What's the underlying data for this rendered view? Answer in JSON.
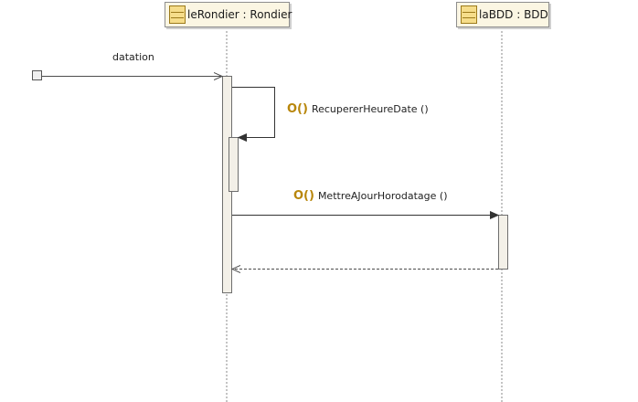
{
  "lifelines": [
    {
      "label": "leRondier : Rondier",
      "icon": "class-icon"
    },
    {
      "label": "laBDD : BDD",
      "icon": "class-icon"
    }
  ],
  "messages": [
    {
      "label": "datation",
      "kind": "found-message"
    },
    {
      "label": "RecupererHeureDate ()",
      "kind": "self-call",
      "glyph": "O()"
    },
    {
      "label": "MettreAJourHorodatage ()",
      "kind": "synchronous-call",
      "glyph": "O()"
    },
    {
      "label": "",
      "kind": "return"
    }
  ],
  "colors": {
    "line": "#4d4d4d",
    "activation_fill": "#f3f0e8",
    "head_fill": "#fbf6e3",
    "glyph": "#b8860b"
  }
}
